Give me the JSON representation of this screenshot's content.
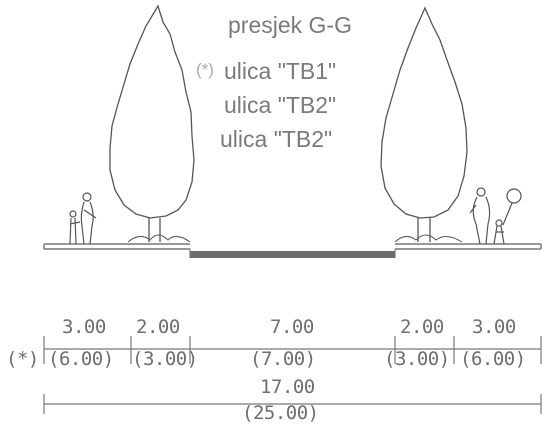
{
  "section_title": "presjek G-G",
  "street_labels": {
    "line1_marker": "(*)",
    "line1": "ulica \"TB1\"",
    "line2": "ulica \"TB2\"",
    "line3": "ulica \"TB2\""
  },
  "dimensions": {
    "marker": "(*)",
    "top": [
      "3.00",
      "2.00",
      "7.00",
      "2.00",
      "3.00"
    ],
    "alt": [
      "(6.00)",
      "(3.00)",
      "(7.00)",
      "(3.00)",
      "(6.00)"
    ],
    "total": "17.00",
    "total_alt": "(25.00)"
  }
}
